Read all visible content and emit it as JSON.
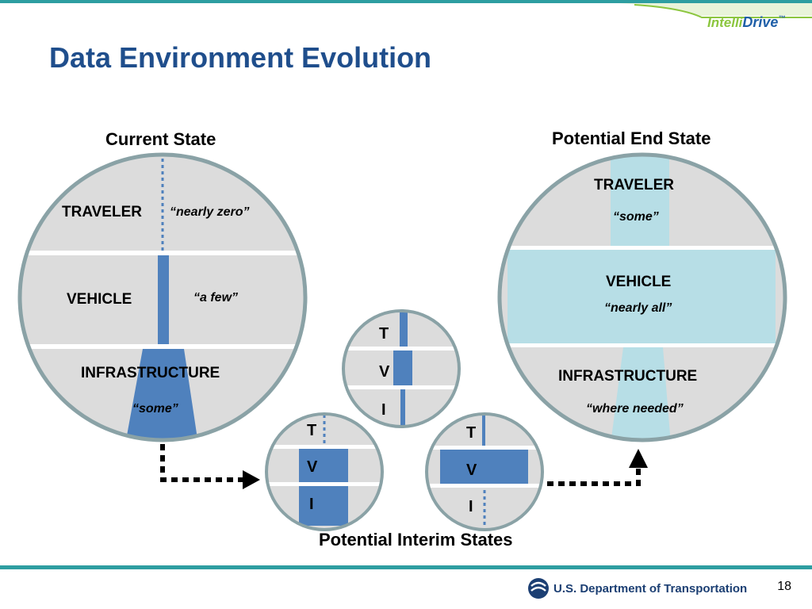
{
  "slide": {
    "title": "Data Environment Evolution",
    "page_number": "18"
  },
  "logo": {
    "intelli": "Intelli",
    "drive": "Drive",
    "tm": "™"
  },
  "footer": {
    "dot_name": "U.S. Department of Transportation"
  },
  "current_state": {
    "header": "Current State",
    "traveler": "TRAVELER",
    "traveler_quote": "“nearly zero”",
    "vehicle": "VEHICLE",
    "vehicle_quote": "“a few”",
    "infrastructure": "INFRASTRUCTURE",
    "infrastructure_quote": "“some”"
  },
  "end_state": {
    "header": "Potential End State",
    "traveler": "TRAVELER",
    "traveler_quote": "“some”",
    "vehicle": "VEHICLE",
    "vehicle_quote": "“nearly all”",
    "infrastructure": "INFRASTRUCTURE",
    "infrastructure_quote": "“where needed”"
  },
  "interim": {
    "caption": "Potential Interim States",
    "t": "T",
    "v": "V",
    "i": "I"
  },
  "colors": {
    "title_blue": "#1f4e8c",
    "band_blue": "#4f81bd",
    "light_cyan": "#b7dee6",
    "circle_fill": "#dcdcdc",
    "circle_border": "#8aa2a6",
    "teal_line": "#2e9ea1",
    "green_line": "#8cc63f"
  }
}
